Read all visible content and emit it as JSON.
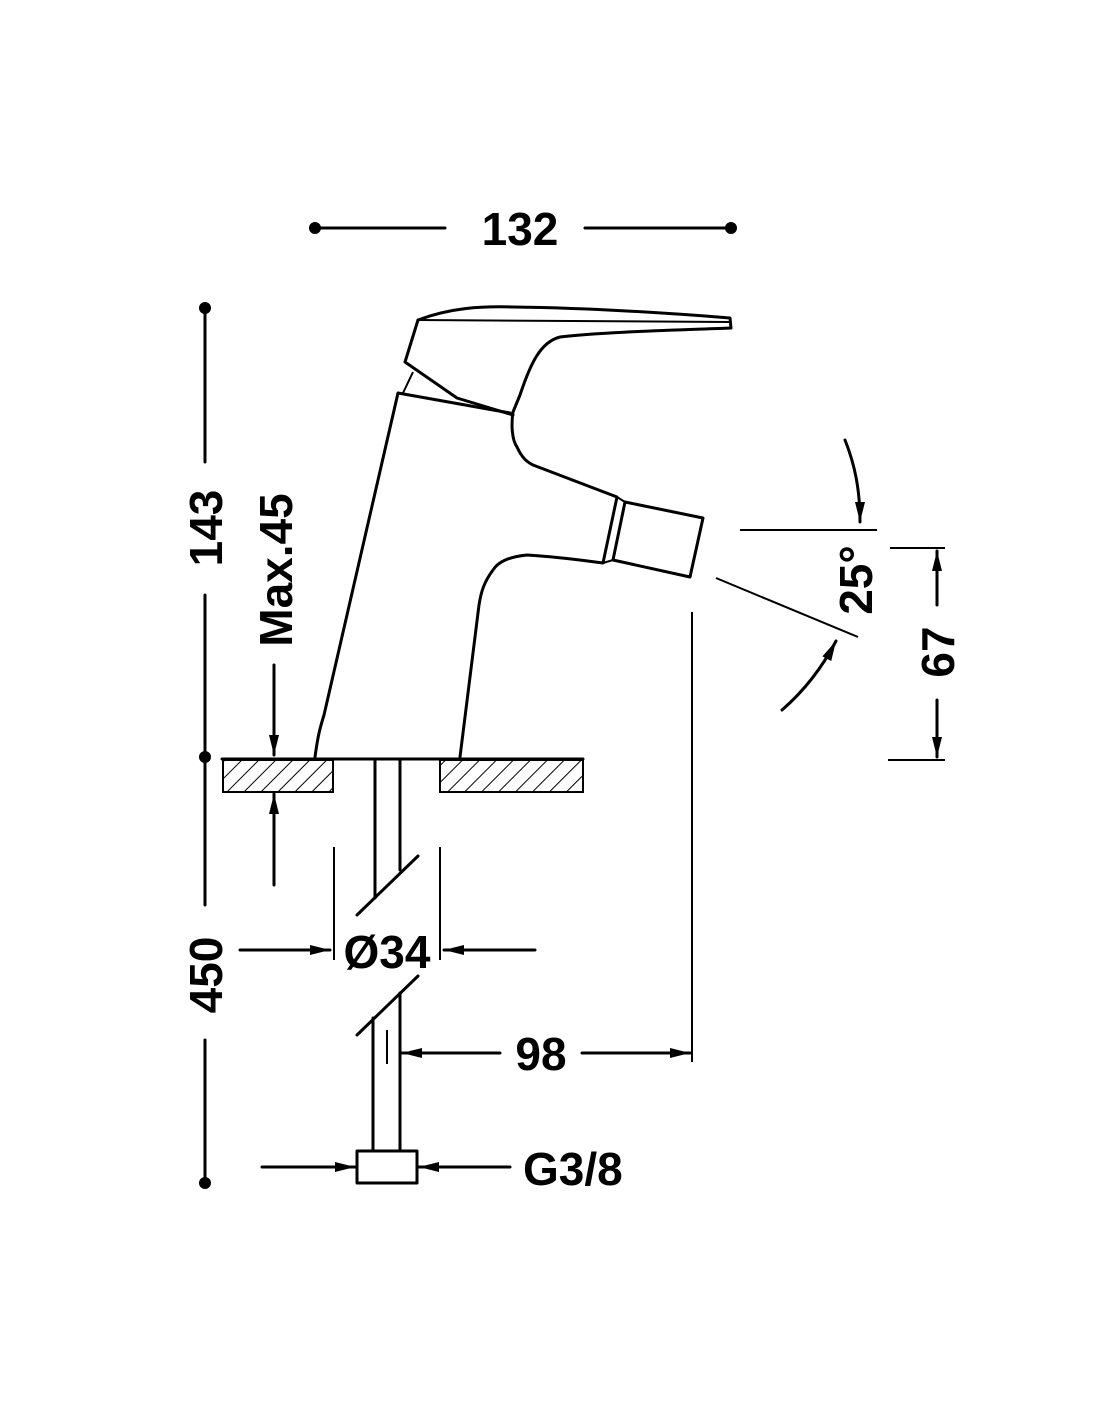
{
  "drawing": {
    "dimensions": {
      "overall_width": "132",
      "height_above_deck": "143",
      "max_deck_thickness": "Max.45",
      "hose_length": "450",
      "hole_diameter": "Ø34",
      "spout_reach": "98",
      "connection": "G3/8",
      "spout_angle": "25°",
      "spout_height": "67"
    },
    "colors": {
      "line": "#000000",
      "background": "#ffffff"
    }
  }
}
